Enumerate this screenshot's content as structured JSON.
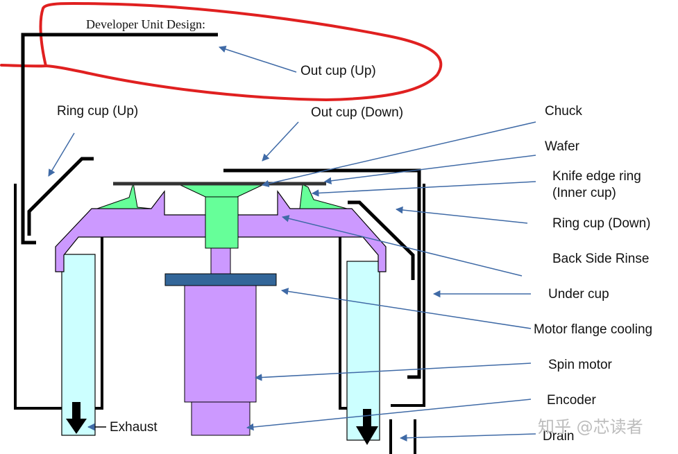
{
  "diagram": {
    "title": "Developer Unit Design:",
    "labels": {
      "out_cup_up": "Out cup (Up)",
      "ring_cup_up": "Ring cup (Up)",
      "out_cup_down": "Out cup (Down)",
      "chuck": "Chuck",
      "wafer": "Wafer",
      "knife_edge_1": "Knife edge ring",
      "knife_edge_2": "(Inner cup)",
      "ring_cup_down": "Ring cup (Down)",
      "back_side_rinse": "Back Side Rinse",
      "under_cup": "Under cup",
      "motor_flange_cooling": "Motor flange cooling",
      "spin_motor": "Spin motor",
      "encoder": "Encoder",
      "drain": "Drain",
      "exhaust": "Exhaust"
    },
    "watermark": "知乎 @芯读者",
    "colors": {
      "purple": "#cc99ff",
      "green": "#66ff99",
      "light_cyan": "#ccffff",
      "navy": "#336699",
      "arrow_blue": "#3f6aa6",
      "highlight_red": "#e02020",
      "wall": "#000000"
    }
  }
}
